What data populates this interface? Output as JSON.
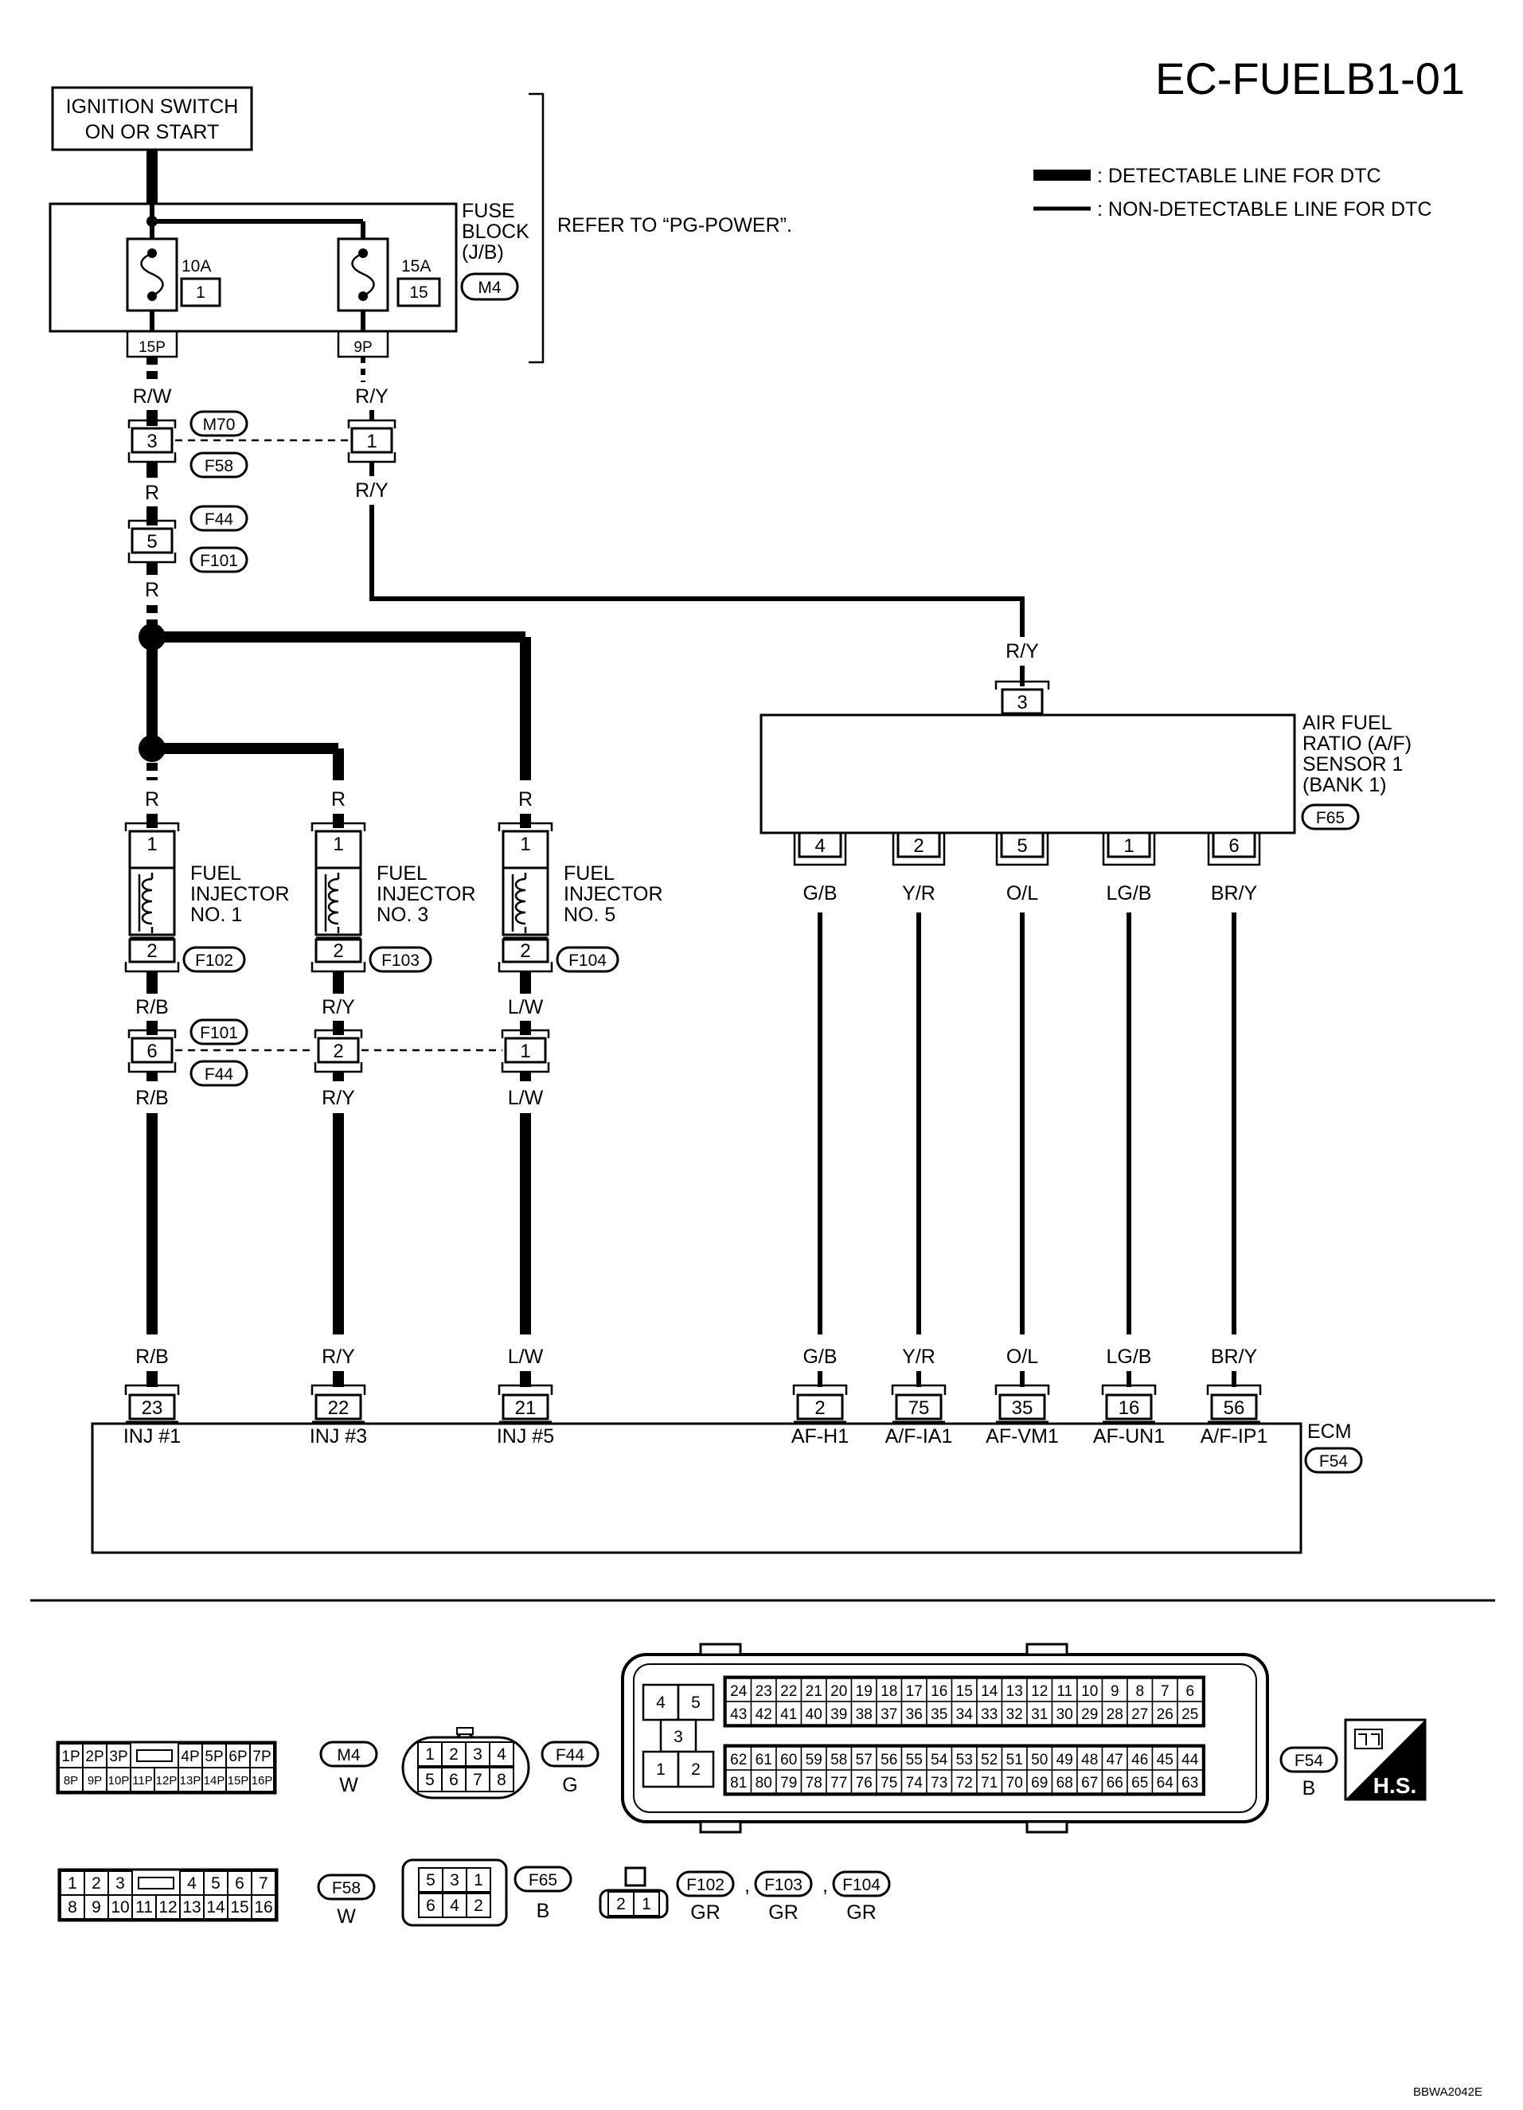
{
  "page": {
    "title": "EC-FUELB1-01",
    "code": "BBWA2042E"
  },
  "legend": {
    "detectable": ": DETECTABLE LINE FOR DTC",
    "non_detectable": ": NON-DETECTABLE LINE FOR DTC"
  },
  "ignition": {
    "line1": "IGNITION SWITCH",
    "line2": "ON OR START"
  },
  "fuse_block": {
    "line1": "FUSE",
    "line2": "BLOCK",
    "line3": "(J/B)",
    "conn": "M4",
    "refer": "REFER TO “PG-POWER”.",
    "fuses": [
      {
        "rating": "10A",
        "num": "1",
        "pin": "15P"
      },
      {
        "rating": "15A",
        "num": "15",
        "pin": "9P"
      }
    ]
  },
  "wires": {
    "rw": "R/W",
    "ry_a": "R/Y",
    "r_a": "R",
    "ry_b": "R/Y",
    "r_b": "R",
    "ry_c": "R/Y",
    "r1": "R",
    "r3": "R",
    "r5": "R",
    "rb1": "R/B",
    "ry3": "R/Y",
    "lw5": "L/W",
    "rb1b": "R/B",
    "ry3b": "R/Y",
    "lw5b": "L/W",
    "rb1c": "R/B",
    "ry3c": "R/Y",
    "lw5c": "L/W"
  },
  "connectors": {
    "m70": "M70",
    "f58": "F58",
    "m70_pin3": "3",
    "m70_pin1": "1",
    "f44a": "F44",
    "f101a": "F101",
    "f44_pin": "5",
    "f101b": "F101",
    "f44b": "F44",
    "f101_pin6": "6",
    "f101_pin2": "2",
    "f101_pin1": "1"
  },
  "injectors": [
    {
      "l1": "FUEL",
      "l2": "INJECTOR",
      "l3": "NO. 1",
      "conn": "F102",
      "pin1": "1",
      "pin2": "2"
    },
    {
      "l1": "FUEL",
      "l2": "INJECTOR",
      "l3": "NO. 3",
      "conn": "F103",
      "pin1": "1",
      "pin2": "2"
    },
    {
      "l1": "FUEL",
      "l2": "INJECTOR",
      "l3": "NO. 5",
      "conn": "F104",
      "pin1": "1",
      "pin2": "2"
    }
  ],
  "af_sensor": {
    "l1": "AIR FUEL",
    "l2": "RATIO (A/F)",
    "l3": "SENSOR 1",
    "l4": "(BANK 1)",
    "conn": "F65",
    "top_pin": "3",
    "top_wire": "R/Y",
    "pins": [
      {
        "pin": "4",
        "wire": "G/B"
      },
      {
        "pin": "2",
        "wire": "Y/R"
      },
      {
        "pin": "5",
        "wire": "O/L"
      },
      {
        "pin": "1",
        "wire": "LG/B"
      },
      {
        "pin": "6",
        "wire": "BR/Y"
      }
    ]
  },
  "ecm": {
    "name": "ECM",
    "conn": "F54",
    "terminals": [
      {
        "pin": "23",
        "wire": "R/B",
        "name": "INJ #1"
      },
      {
        "pin": "22",
        "wire": "R/Y",
        "name": "INJ #3"
      },
      {
        "pin": "21",
        "wire": "L/W",
        "name": "INJ #5"
      },
      {
        "pin": "2",
        "wire": "G/B",
        "name": "AF-H1"
      },
      {
        "pin": "75",
        "wire": "Y/R",
        "name": "A/F-IA1"
      },
      {
        "pin": "35",
        "wire": "O/L",
        "name": "AF-VM1"
      },
      {
        "pin": "16",
        "wire": "LG/B",
        "name": "AF-UN1"
      },
      {
        "pin": "56",
        "wire": "BR/Y",
        "name": "A/F-IP1"
      }
    ]
  },
  "faces": {
    "m4": {
      "id": "M4",
      "color": "W",
      "row1a": [
        "1P",
        "2P",
        "3P"
      ],
      "row1b": [
        "4P",
        "5P",
        "6P",
        "7P"
      ],
      "row2": [
        "8P",
        "9P",
        "10P",
        "11P",
        "12P",
        "13P",
        "14P",
        "15P",
        "16P"
      ]
    },
    "f58": {
      "id": "F58",
      "color": "W",
      "row1a": [
        "1",
        "2",
        "3"
      ],
      "row1b": [
        "4",
        "5",
        "6",
        "7"
      ],
      "row2": [
        "8",
        "9",
        "10",
        "11",
        "12",
        "13",
        "14",
        "15",
        "16"
      ]
    },
    "f44": {
      "id": "F44",
      "color": "G",
      "row1": [
        "1",
        "2",
        "3",
        "4"
      ],
      "row2": [
        "5",
        "6",
        "7",
        "8"
      ]
    },
    "f65": {
      "id": "F65",
      "color": "B",
      "row1": [
        "5",
        "3",
        "1"
      ],
      "row2": [
        "6",
        "4",
        "2"
      ]
    },
    "inj": {
      "ids": [
        "F102",
        "F103",
        "F104"
      ],
      "color": "GR",
      "pins": [
        "2",
        "1"
      ]
    },
    "f54": {
      "id": "F54",
      "color": "B",
      "hs": "H.S.",
      "left": [
        "4",
        "5",
        "3",
        "1",
        "2"
      ],
      "r1": [
        "24",
        "23",
        "22",
        "21",
        "20",
        "19",
        "18",
        "17",
        "16",
        "15",
        "14",
        "13",
        "12",
        "11",
        "10",
        "9",
        "8",
        "7",
        "6"
      ],
      "r2": [
        "43",
        "42",
        "41",
        "40",
        "39",
        "38",
        "37",
        "36",
        "35",
        "34",
        "33",
        "32",
        "31",
        "30",
        "29",
        "28",
        "27",
        "26",
        "25"
      ],
      "r3": [
        "62",
        "61",
        "60",
        "59",
        "58",
        "57",
        "56",
        "55",
        "54",
        "53",
        "52",
        "51",
        "50",
        "49",
        "48",
        "47",
        "46",
        "45",
        "44"
      ],
      "r4": [
        "81",
        "80",
        "79",
        "78",
        "77",
        "76",
        "75",
        "74",
        "73",
        "72",
        "71",
        "70",
        "69",
        "68",
        "67",
        "66",
        "65",
        "64",
        "63"
      ]
    }
  }
}
